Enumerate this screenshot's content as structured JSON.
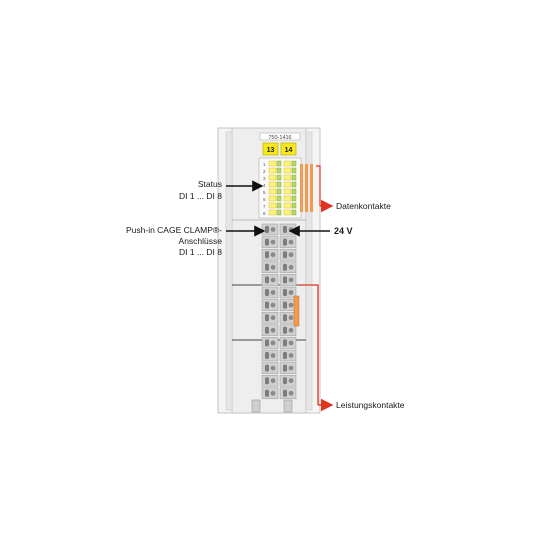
{
  "module": {
    "part_number": "750-1416",
    "channel_badges": [
      "13",
      "14"
    ],
    "status_led_numbers": [
      "1",
      "2",
      "3",
      "4",
      "5",
      "6",
      "7",
      "8"
    ]
  },
  "callouts": {
    "status_line1": "Status",
    "status_line2": "DI 1 ... DI 8",
    "pushin_line1": "Push-in CAGE CLAMP®-",
    "pushin_line2": "Anschlüsse",
    "pushin_line3": "DI 1 ... DI 8",
    "voltage": "24 V",
    "data_contacts": "Datenkontakte",
    "power_contacts": "Leistungskontakte"
  },
  "colors": {
    "housing": "#d7d7d7",
    "housing_light": "#eeeeee",
    "badge_yellow": "#f6e81a",
    "led_yellow": "#fff27a",
    "led_green": "#b9da63",
    "contact_orange": "#f09a52",
    "callout_red": "#e0341e",
    "arrow_black": "#111111"
  }
}
